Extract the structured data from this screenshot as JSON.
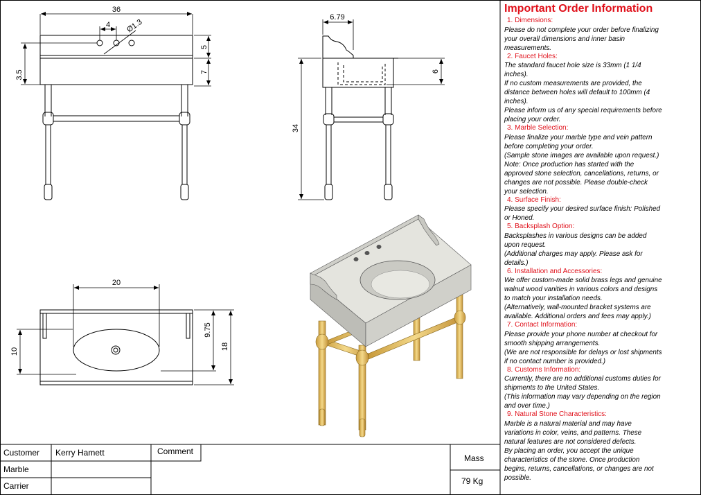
{
  "drawing": {
    "front_view": {
      "width": "36",
      "hole_spacing": "4",
      "hole_dia": "Ø1.3",
      "backsplash_h": "5",
      "apron_h": "7",
      "left_dim": "3.5"
    },
    "side_view": {
      "depth": "6.79",
      "basin_depth": "6",
      "height": "34"
    },
    "top_view": {
      "basin_width": "20",
      "basin_depth": "9.75",
      "overall_depth": "18",
      "left_dim": "10"
    }
  },
  "info": {
    "title": "Important Order Information",
    "sections": [
      {
        "heading": " 1. Dimensions:",
        "body": "Please do not complete your order before finalizing\n your overall dimensions and inner basin\n measurements."
      },
      {
        "heading": " 2. Faucet Holes:",
        "body": "The standard faucet hole size is 33mm (1 1/4\n inches).\nIf no custom measurements are provided, the\n distance between holes will default to 100mm (4\n inches).\nPlease inform us of any special requirements before\n placing your order."
      },
      {
        "heading": " 3. Marble Selection:",
        "body": "Please finalize your marble type and vein pattern\nbefore completing your order.\n(Sample stone images are available upon request.)\nNote: Once production has started with the\napproved stone selection, cancellations, returns, or\n changes are not possible. Please double-check\n your selection."
      },
      {
        "heading": " 4. Surface Finish:",
        "body": "Please specify your desired surface finish: Polished\nor Honed."
      },
      {
        "heading": " 5. Backsplash Option:",
        "body": "Backsplashes in various designs can be added\n upon request.\n (Additional charges may apply. Please ask for\n details.)"
      },
      {
        "heading": " 6. Installation and Accessories:",
        "body": "We offer custom-made solid brass legs and genuine\n walnut wood vanities in various colors and designs\n to match your installation needs.\n(Alternatively, wall-mounted bracket systems are\navailable. Additional orders and fees may apply.)"
      },
      {
        "heading": " 7. Contact Information:",
        "body": "Please provide your phone number at checkout for\nsmooth shipping arrangements.\n(We are not responsible for delays or lost shipments\nif no contact number is provided.)"
      },
      {
        "heading": " 8. Customs Information:",
        "body": "Currently, there are no additional customs duties for\nshipments to the United States.\n(This information may vary depending on the region\nand over time.)"
      },
      {
        "heading": " 9. Natural Stone Characteristics:",
        "body": "Marble is a natural material and may have\nvariations in color, veins, and patterns. These\n natural features are not considered defects.\nBy placing an order, you accept the unique\n characteristics of the stone. Once production\n begins, returns, cancellations, or changes are not\n possible."
      }
    ]
  },
  "title_block": {
    "customer_label": "Customer",
    "customer_value": "Kerry Hamett",
    "marble_label": "Marble",
    "marble_value": "",
    "carrier_label": "Carrier",
    "carrier_value": "",
    "comment_label": "Comment",
    "mass_label": "Mass",
    "mass_value": "79 Kg"
  },
  "colors": {
    "accent": "#e0101a",
    "brass": "#e8c060",
    "stone": "#dcdcd6"
  }
}
